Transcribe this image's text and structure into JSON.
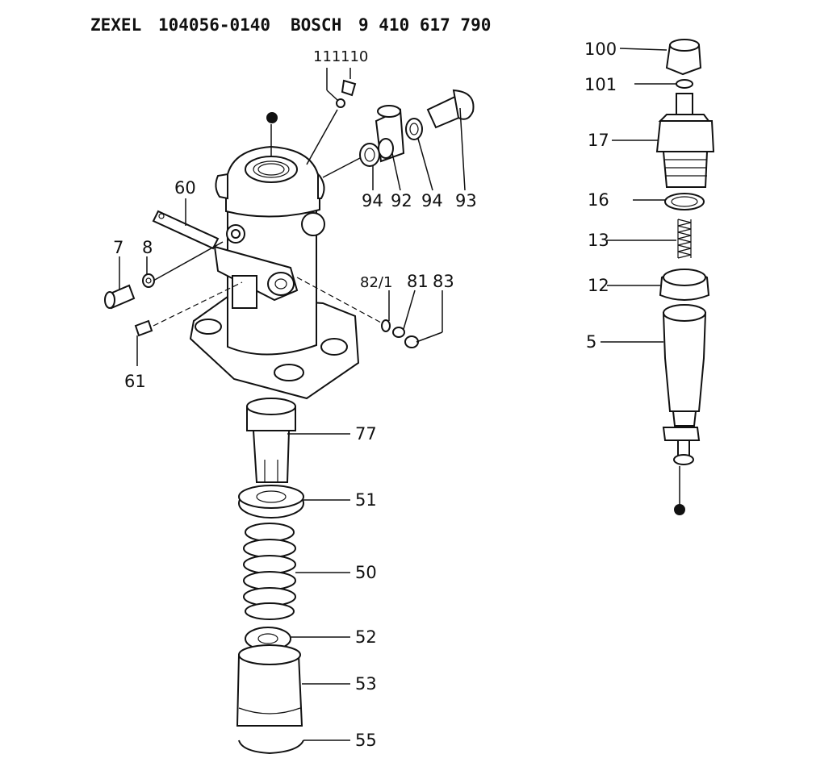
{
  "header": {
    "brand1": "ZEXEL",
    "part1": "104056-0140",
    "brand2": "BOSCH",
    "part2": "9 410 617 790"
  },
  "callouts": {
    "c111": "111",
    "c110": "110",
    "c60": "60",
    "c7": "7",
    "c8": "8",
    "c61": "61",
    "c94a": "94",
    "c92": "92",
    "c94b": "94",
    "c93": "93",
    "c82_1": "82/1",
    "c81": "81",
    "c83": "83",
    "c77": "77",
    "c51": "51",
    "c50": "50",
    "c52": "52",
    "c53": "53",
    "c55": "55",
    "c100": "100",
    "c101": "101",
    "c17": "17",
    "c16": "16",
    "c13": "13",
    "c12": "12",
    "c5": "5"
  },
  "colors": {
    "ink": "#111111",
    "paper": "#ffffff"
  }
}
